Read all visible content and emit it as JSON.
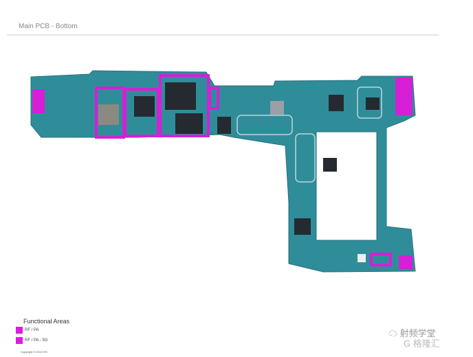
{
  "header": {
    "title": "Main PCB - Bottom"
  },
  "legend": {
    "title": "Functional Areas",
    "items": [
      {
        "label": "RF / PA",
        "color": "#e219e2"
      },
      {
        "label": "RF / PA - 5G",
        "color": "#e219e2"
      }
    ]
  },
  "copyright": "Copyright © 2019 IHS",
  "watermark": {
    "line1": "射频学堂",
    "line2": "格隆汇"
  },
  "colors": {
    "board": "#2f8d9a",
    "highlight": "#d61fd6",
    "chip": "#2a2f35"
  }
}
